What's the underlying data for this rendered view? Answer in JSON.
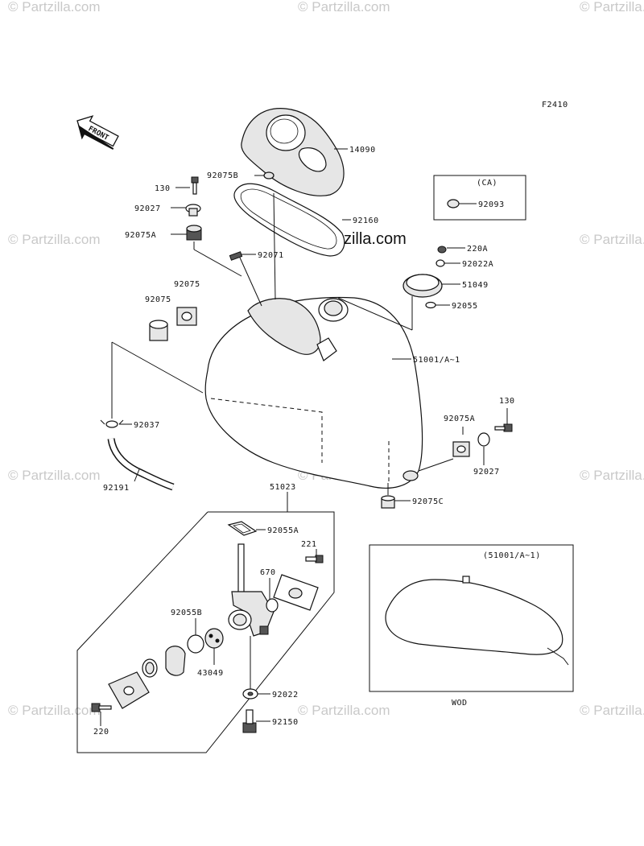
{
  "diagram": {
    "figure_code": "F2410",
    "front_arrow_text": "FRONT",
    "watermark_text": "© Partzilla.com",
    "center_watermark_text": "© Partzilla.com",
    "inset_title": "(51001/A~1)",
    "inset_footer": "WOD",
    "ca_box_title": "(CA)",
    "labels": {
      "p14090": "14090",
      "p92075B": "92075B",
      "p130a": "130",
      "p92027a": "92027",
      "p92075Aa": "92075A",
      "p92160": "92160",
      "p92093": "92093",
      "p220A": "220A",
      "p92022A": "92022A",
      "p92071": "92071",
      "p51049": "51049",
      "p92055": "92055",
      "p92075a": "92075",
      "p92075b": "92075",
      "p51001": "51001/A~1",
      "p130b": "130",
      "p92037": "92037",
      "p92075Ab": "92075A",
      "p92027b": "92027",
      "p92191": "92191",
      "p92075C": "92075C",
      "p51023": "51023",
      "p92055A": "92055A",
      "p221": "221",
      "p670": "670",
      "p92055B": "92055B",
      "p43049": "43049",
      "p92022": "92022",
      "p92150": "92150",
      "p220": "220"
    }
  }
}
